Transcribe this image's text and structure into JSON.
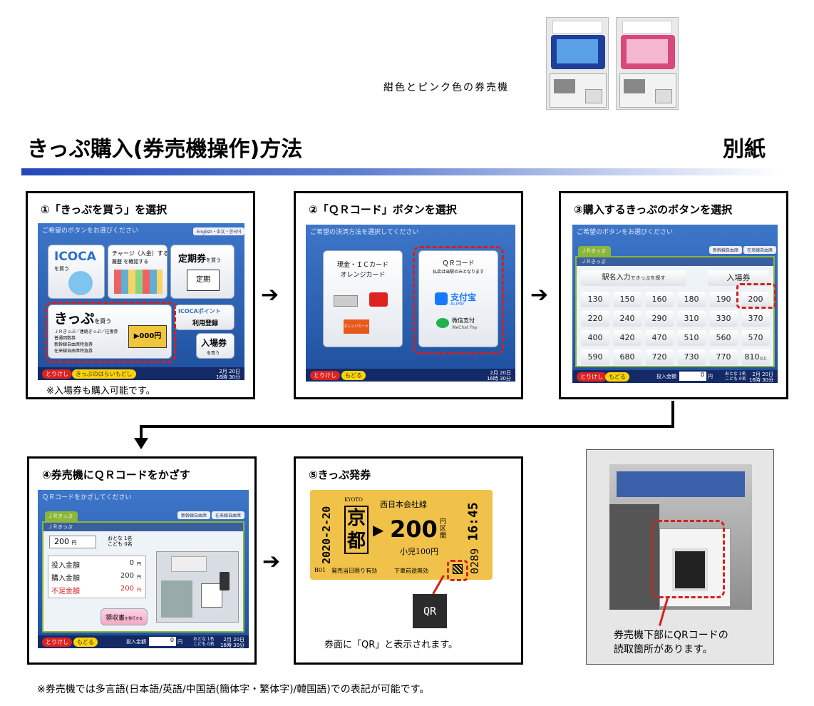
{
  "header": {
    "machine_caption": "紺色とピンク色の券売機",
    "title": "きっぷ購入(券売機操作)方法",
    "badge": "別紙"
  },
  "colors": {
    "accent_blue": "#2a5cc4",
    "highlight_red": "#d6201b",
    "screen_blue": "#2f63b6",
    "ticket_yellow": "#f0c040"
  },
  "steps": {
    "s1": {
      "title": "①「きっぷを買う」を選択",
      "screen_header": "ご希望のボタンをお選びください",
      "lang_button": "English・中文・한국어",
      "icoca_logo": "ICOCA",
      "icoca_sub": "を買う",
      "charge_label": "チャージ（入金）する",
      "charge_sub": "履歴 を確認する",
      "teiki_label": "定期券",
      "teiki_sub": "を買う",
      "teiki_inner": "定期",
      "kippu_label": "きっぷ",
      "kippu_sub": "を買う",
      "kippu_lines": [
        "ＪＲきっぷ／連絡きっぷ／往復券",
        "普通回数券",
        "新幹線自由席特急券",
        "在来線自由席特急券"
      ],
      "kippu_price": "▶000円",
      "point_logo": "ICOCAポイント",
      "point_sub": "利用登録",
      "nyujo_label": "入場券",
      "nyujo_sub": "を買う",
      "foot_cancel": "とりけし",
      "foot_other": "きっぷのはらいもどし",
      "foot_date": "2月 20日",
      "foot_time": "16時 30分",
      "note": "※入場券も購入可能です。"
    },
    "s2": {
      "title": "②「ＱＲコード」ボタンを選択",
      "screen_header": "ご希望の決済方法を選択してください",
      "left_card_line1": "現金・ＩＣカード",
      "left_card_line2": "オレンジカード",
      "orange_card": "オレンジカード",
      "qr_title": "ＱＲコード",
      "qr_sub": "払戻は当駅のみとなります",
      "alipay_cn": "支付宝",
      "alipay_en": "ALIPAY",
      "wechat_cn": "微信支付",
      "wechat_en": "WeChat Pay",
      "foot_cancel": "とりけし",
      "foot_back": "もどる",
      "foot_date": "2月 20日",
      "foot_time": "16時 30分"
    },
    "s3": {
      "title": "③購入するきっぷのボタンを選択",
      "screen_header": "ご希望のボタンをお選びください",
      "top_btn1": "新幹線自由席",
      "top_btn2": "在来線自由席",
      "tab": "ＪＲきっぷ",
      "sub_header": "ＪＲきっぷ",
      "station_btn": "駅名入力",
      "station_sub": "できっぷを探す",
      "nyujo_btn": "入場券",
      "fares": [
        "130",
        "150",
        "160",
        "180",
        "190",
        "200",
        "220",
        "240",
        "290",
        "310",
        "330",
        "370",
        "400",
        "420",
        "470",
        "510",
        "560",
        "570",
        "590",
        "680",
        "720",
        "730",
        "770",
        "810"
      ],
      "last_suffix": "以上",
      "foot_cancel": "とりけし",
      "foot_back": "もどる",
      "inserted_label": "投入金額",
      "inserted_value": "0",
      "yen": "円",
      "adult": "おとな 1名",
      "child": "こども 0名",
      "foot_date": "2月 20日",
      "foot_time": "16時 30分"
    },
    "s4": {
      "title": "④券売機にＱＲコードをかざす",
      "screen_header": "ＱＲコードをかざしてください",
      "top_btn1": "新幹線自由席",
      "top_btn2": "在来線自由席",
      "tab": "ＪＲきっぷ",
      "sub_header": "ＪＲきっぷ",
      "fare": "200",
      "yen": "円",
      "adult": "おとな 1名",
      "child": "こども 0名",
      "rows": [
        {
          "label": "投入金額",
          "value": "0"
        },
        {
          "label": "購入金額",
          "value": "200"
        },
        {
          "label": "不足金額",
          "value": "200"
        }
      ],
      "receipt_btn": "領収書",
      "receipt_sub": "を発行する",
      "foot_cancel": "とりけし",
      "foot_back": "もどる",
      "inserted_label": "投入金額",
      "inserted_value": "0",
      "foot_adult": "おとな 1名",
      "foot_child": "こども 0名",
      "foot_date": "2月 20日",
      "foot_time": "16時 30分"
    },
    "s5": {
      "title": "⑤きっぷ発券",
      "ticket_date": "2020-2-20",
      "ticket_kyoto_en": "KYOTO",
      "ticket_station_1": "京",
      "ticket_station_2": "都",
      "ticket_company": "西日本会社線",
      "ticket_price": "200",
      "ticket_price_suffix": "円区間",
      "ticket_child": "小児100円",
      "ticket_time": "16:45",
      "ticket_number": "0289",
      "ticket_bottom1": "発売当日限り有効",
      "ticket_bottom2": "下車前途無効",
      "ticket_code": "B01",
      "qr_badge": "QR",
      "caption": "券面に「QR」と表示されます。"
    },
    "photo": {
      "caption_line1": "券売機下部にQRコードの",
      "caption_line2": "読取箇所があります。"
    }
  },
  "footnote": "※券売機では多言語(日本語/英語/中国語(簡体字・繁体字)/韓国語)での表記が可能です。"
}
